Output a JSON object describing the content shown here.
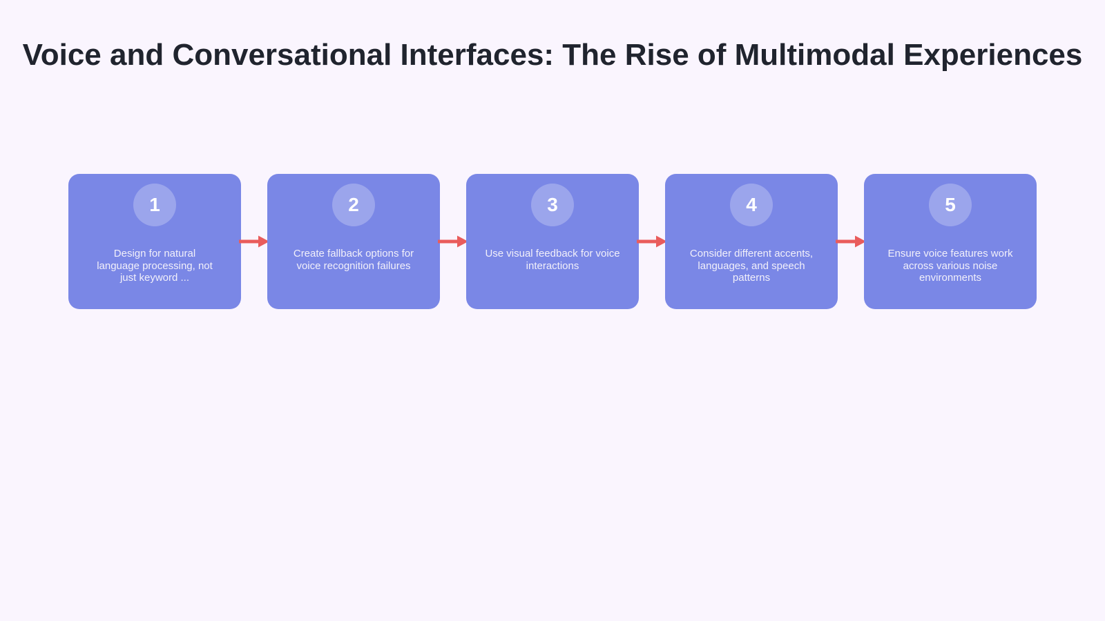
{
  "page": {
    "title": "Voice and Conversational Interfaces: The Rise of Multimodal Experiences"
  },
  "colors": {
    "page_bg": "#faf5fe",
    "title_text": "#20242e",
    "card_bg": "#7a87e6",
    "card_text": "#f2f0fa",
    "badge_bg": "rgba(255,255,255,0.25)",
    "arrow": "#e95c5c"
  },
  "steps": [
    {
      "number": "1",
      "text": "Design for natural language processing, not just keyword ..."
    },
    {
      "number": "2",
      "text": "Create fallback options for voice recognition failures"
    },
    {
      "number": "3",
      "text": "Use visual feedback for voice interactions"
    },
    {
      "number": "4",
      "text": "Consider different accents, languages, and speech patterns"
    },
    {
      "number": "5",
      "text": "Ensure voice features work across various noise environments"
    }
  ]
}
